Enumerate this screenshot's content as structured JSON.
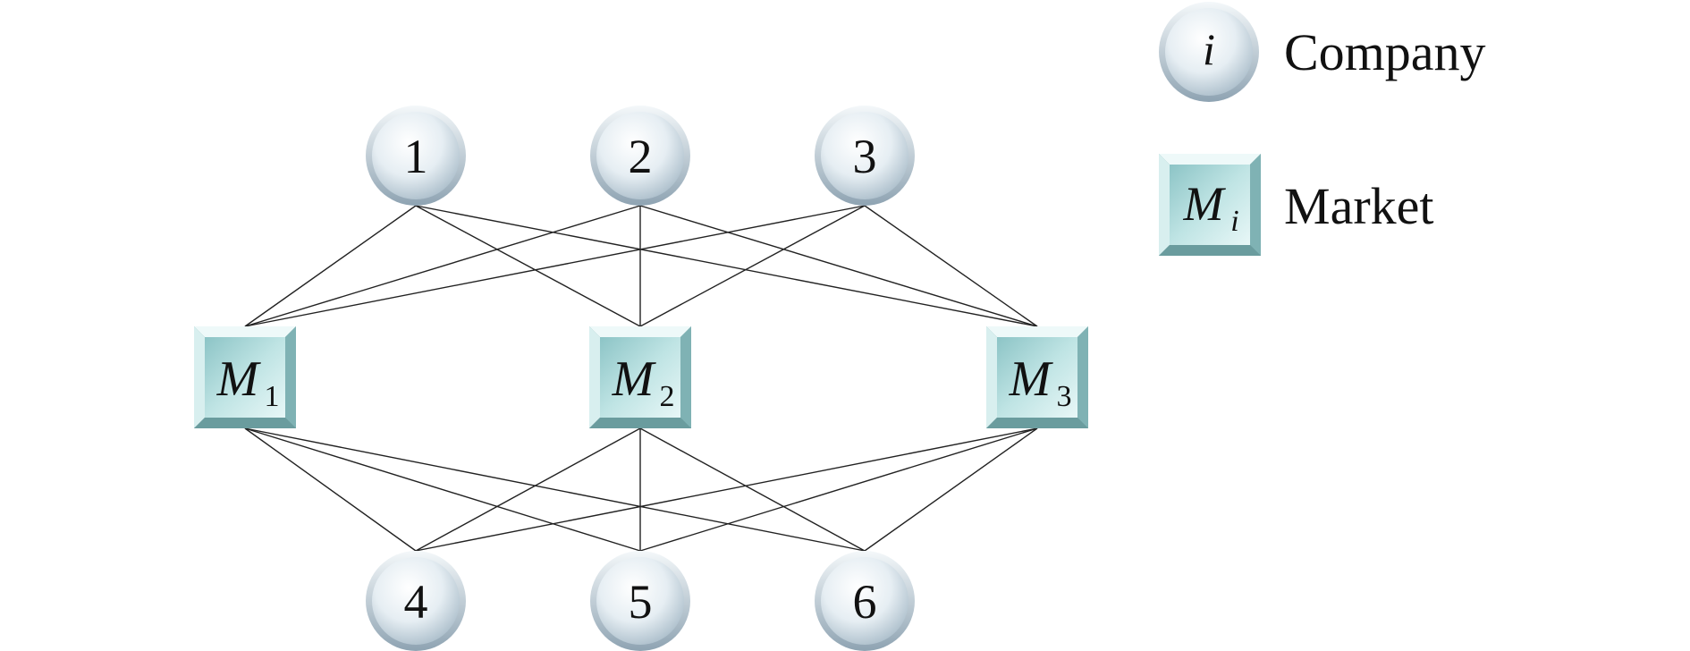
{
  "companies": [
    {
      "id": "company-1",
      "label": "1"
    },
    {
      "id": "company-2",
      "label": "2"
    },
    {
      "id": "company-3",
      "label": "3"
    },
    {
      "id": "company-4",
      "label": "4"
    },
    {
      "id": "company-5",
      "label": "5"
    },
    {
      "id": "company-6",
      "label": "6"
    }
  ],
  "markets": [
    {
      "id": "market-1",
      "symbol": "M",
      "subscript": "1"
    },
    {
      "id": "market-2",
      "symbol": "M",
      "subscript": "2"
    },
    {
      "id": "market-3",
      "symbol": "M",
      "subscript": "3"
    }
  ],
  "edges": [
    [
      "company-1",
      "market-1"
    ],
    [
      "company-1",
      "market-2"
    ],
    [
      "company-1",
      "market-3"
    ],
    [
      "company-2",
      "market-1"
    ],
    [
      "company-2",
      "market-2"
    ],
    [
      "company-2",
      "market-3"
    ],
    [
      "company-3",
      "market-1"
    ],
    [
      "company-3",
      "market-2"
    ],
    [
      "company-3",
      "market-3"
    ],
    [
      "company-4",
      "market-1"
    ],
    [
      "company-4",
      "market-2"
    ],
    [
      "company-4",
      "market-3"
    ],
    [
      "company-5",
      "market-1"
    ],
    [
      "company-5",
      "market-2"
    ],
    [
      "company-5",
      "market-3"
    ],
    [
      "company-6",
      "market-1"
    ],
    [
      "company-6",
      "market-2"
    ],
    [
      "company-6",
      "market-3"
    ]
  ],
  "legend": {
    "company_symbol": "i",
    "company_label": "Company",
    "market_symbol": "M",
    "market_subscript": "i",
    "market_label": "Market"
  },
  "colors": {
    "circle_fill": "#dde8ee",
    "circle_edge": "#9fb2c0",
    "square_fill": "#a9d6d6",
    "square_edge": "#5d8f92",
    "edge_line": "#222222"
  }
}
